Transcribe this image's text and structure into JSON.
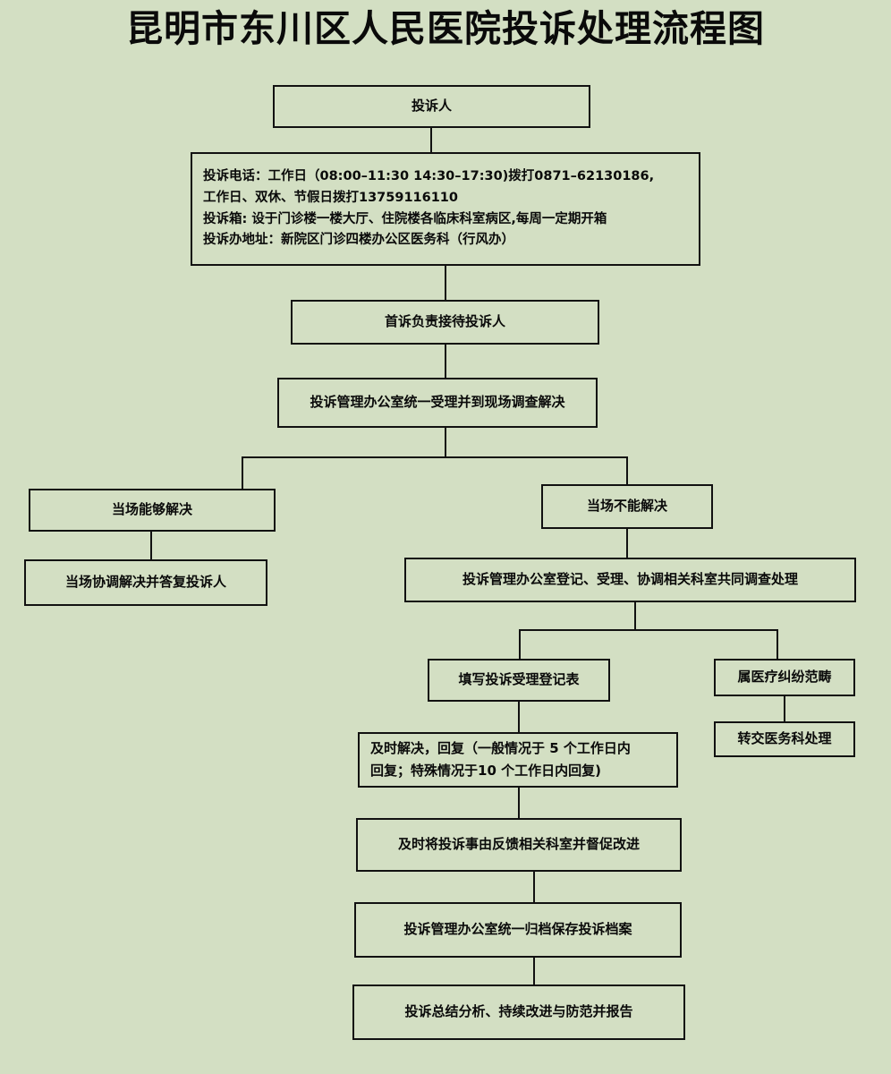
{
  "page": {
    "title": "昆明市东川区人民医院投诉处理流程图",
    "background_color": "#d3dfc3",
    "line_color": "#111111",
    "text_color": "#0a0a0a"
  },
  "flowchart": {
    "type": "diagram",
    "nodes": [
      {
        "id": "n1",
        "label": "投诉人"
      },
      {
        "id": "n2",
        "label": "投诉电话：工作日（08:00–11:30  14:30–17:30)拨打0871–62130186,\n工作日、双休、节假日拨打13759116110\n投诉箱: 设于门诊楼一楼大厅、住院楼各临床科室病区,每周一定期开箱\n投诉办地址：新院区门诊四楼办公区医务科（行风办）"
      },
      {
        "id": "n3",
        "label": "首诉负责接待投诉人"
      },
      {
        "id": "n4",
        "label": "投诉管理办公室统一受理并到现场调查解决"
      },
      {
        "id": "n5",
        "label": "当场能够解决"
      },
      {
        "id": "n6",
        "label": "当场不能解决"
      },
      {
        "id": "n7",
        "label": "当场协调解决并答复投诉人"
      },
      {
        "id": "n8",
        "label": "投诉管理办公室登记、受理、协调相关科室共同调查处理"
      },
      {
        "id": "n9",
        "label": "填写投诉受理登记表"
      },
      {
        "id": "n10",
        "label": "属医疗纠纷范畴"
      },
      {
        "id": "n11",
        "label": "转交医务科处理"
      },
      {
        "id": "n12",
        "label": "及时解决，回复（一般情况于 5 个工作日内\n回复；特殊情况于10 个工作日内回复)"
      },
      {
        "id": "n13",
        "label": "及时将投诉事由反馈相关科室并督促改进"
      },
      {
        "id": "n14",
        "label": "投诉管理办公室统一归档保存投诉档案"
      },
      {
        "id": "n15",
        "label": "投诉总结分析、持续改进与防范并报告"
      }
    ],
    "edges": [
      {
        "from": "n1",
        "to": "n2"
      },
      {
        "from": "n2",
        "to": "n3"
      },
      {
        "from": "n3",
        "to": "n4"
      },
      {
        "from": "n4",
        "to": "n5"
      },
      {
        "from": "n4",
        "to": "n6"
      },
      {
        "from": "n5",
        "to": "n7"
      },
      {
        "from": "n6",
        "to": "n8"
      },
      {
        "from": "n8",
        "to": "n9"
      },
      {
        "from": "n8",
        "to": "n10"
      },
      {
        "from": "n10",
        "to": "n11"
      },
      {
        "from": "n9",
        "to": "n12"
      },
      {
        "from": "n12",
        "to": "n13"
      },
      {
        "from": "n13",
        "to": "n14"
      },
      {
        "from": "n14",
        "to": "n15"
      }
    ]
  }
}
